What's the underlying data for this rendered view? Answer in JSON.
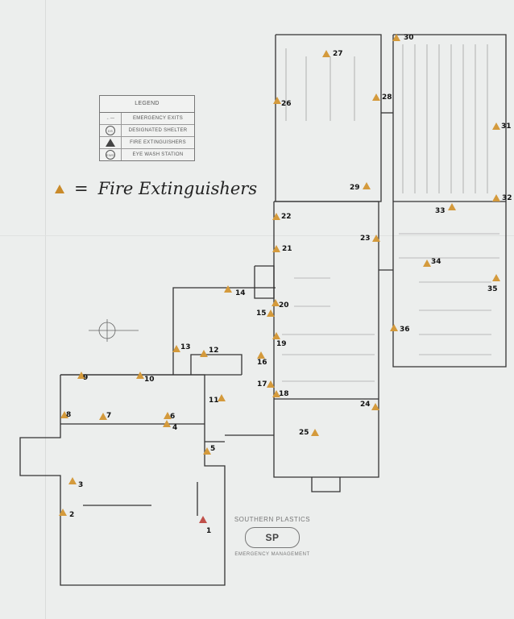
{
  "legend": {
    "title": "LEGEND",
    "items": [
      {
        "symbol": "arrow-left-icon",
        "label": "EMERGENCY EXITS"
      },
      {
        "symbol": "DS",
        "label": "DESIGNATED SHELTER"
      },
      {
        "symbol": "triangle-icon",
        "label": "FIRE EXTINGUISHERS"
      },
      {
        "symbol": "EWS",
        "label": "EYE WASH STATION"
      }
    ]
  },
  "key": {
    "equals": "=",
    "text": "Fire Extinguishers"
  },
  "extinguishers": [
    "1",
    "2",
    "3",
    "4",
    "5",
    "6",
    "7",
    "8",
    "9",
    "10",
    "11",
    "12",
    "13",
    "14",
    "15",
    "16",
    "17",
    "18",
    "19",
    "20",
    "21",
    "22",
    "23",
    "24",
    "25",
    "26",
    "27",
    "28",
    "29",
    "30",
    "31",
    "32",
    "33",
    "34",
    "35",
    "36"
  ],
  "logo": {
    "company": "SOUTHERN PLASTICS",
    "initials": "SP",
    "subtitle": "EMERGENCY MANAGEMENT"
  },
  "colors": {
    "extinguisher": "#d49a3c",
    "wall": "#333333",
    "paper": "#eceeed"
  }
}
